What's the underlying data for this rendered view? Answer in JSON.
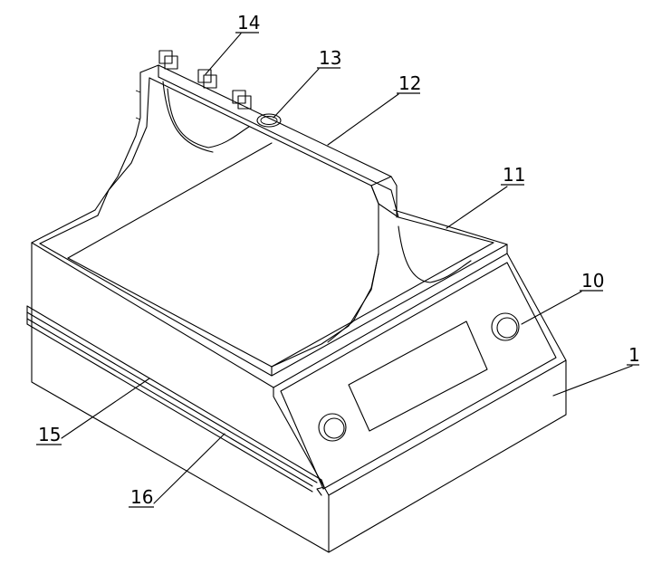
{
  "labels": {
    "l1": "1",
    "l10": "10",
    "l11": "11",
    "l12": "12",
    "l13": "13",
    "l14": "14",
    "l15": "15",
    "l16": "16"
  }
}
